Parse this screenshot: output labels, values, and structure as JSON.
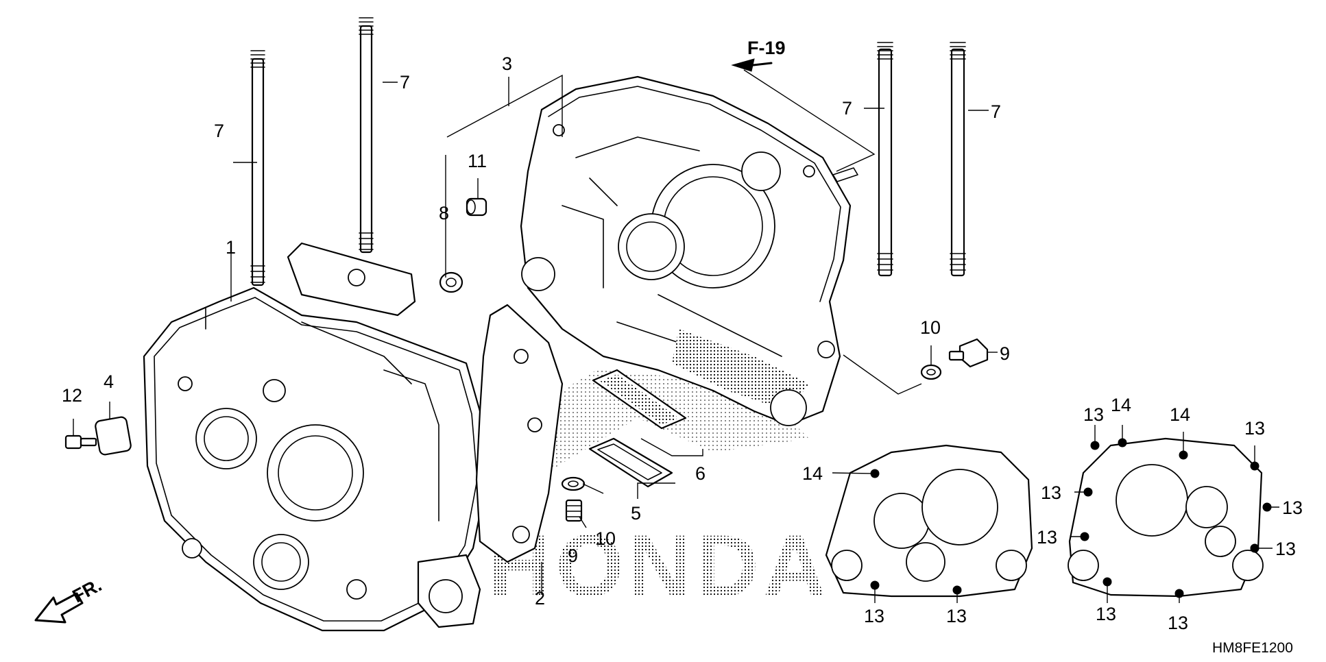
{
  "diagram": {
    "reference_label": "F-19",
    "direction_label": "FR.",
    "watermark": "HONDA",
    "diagram_code": "HM8FE1200",
    "callouts": {
      "c1": "1",
      "c2": "2",
      "c3": "3",
      "c4": "4",
      "c5": "5",
      "c6": "6",
      "c7a": "7",
      "c7b": "7",
      "c7c": "7",
      "c7d": "7",
      "c8": "8",
      "c9a": "9",
      "c9b": "9",
      "c10a": "10",
      "c10b": "10",
      "c11": "11",
      "c12": "12",
      "c13a": "13",
      "c13b": "13",
      "c13c": "13",
      "c13d": "13",
      "c13e": "13",
      "c13f": "13",
      "c13g": "13",
      "c13h": "13",
      "c13i": "13",
      "c13j": "13",
      "c14a": "14",
      "c14b": "14",
      "c14c": "14"
    }
  }
}
